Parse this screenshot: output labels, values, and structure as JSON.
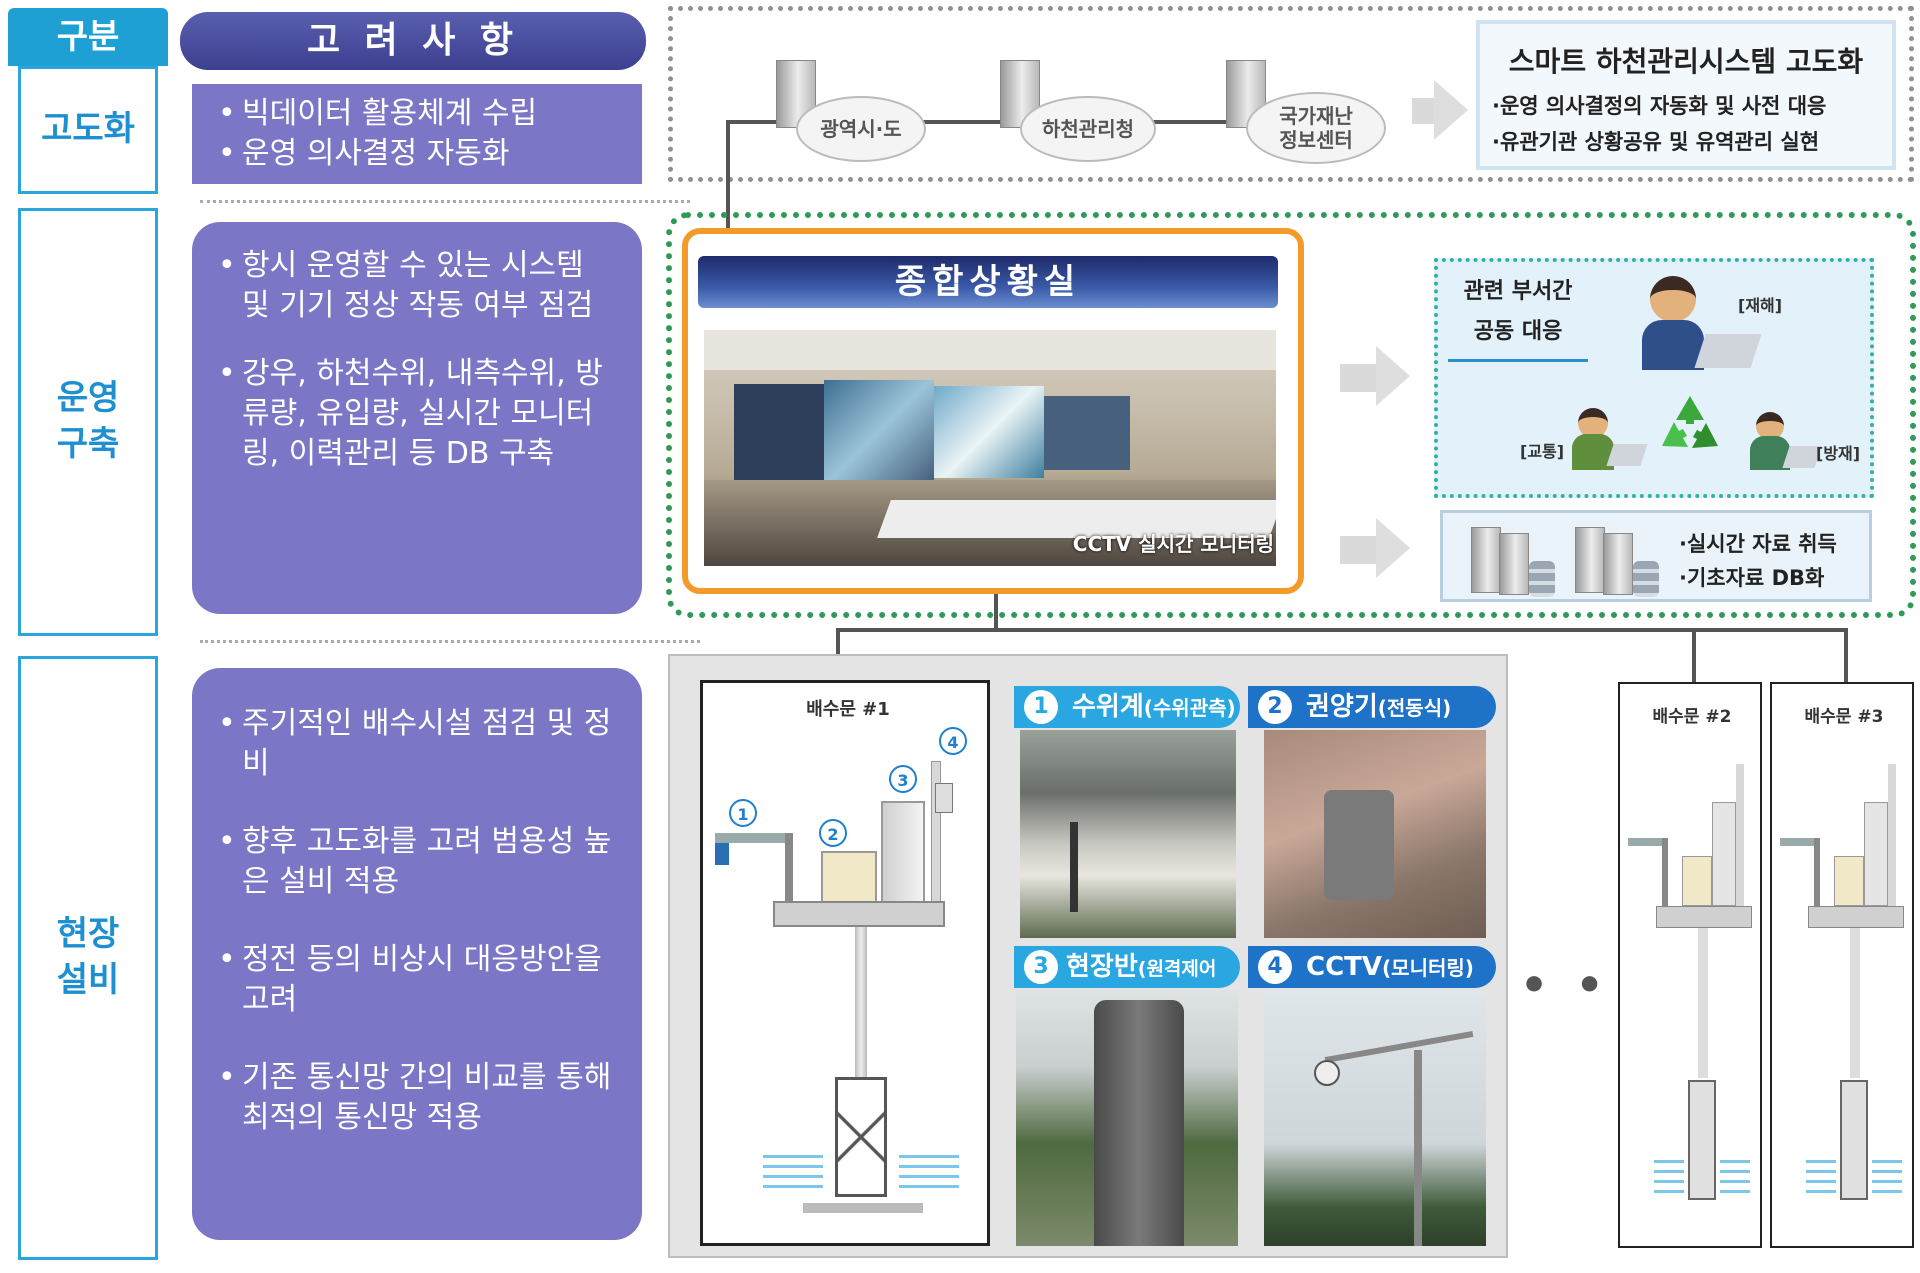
{
  "left": {
    "category_header": "구분",
    "considerations_header": "고 려 사 항",
    "rows": [
      {
        "category": "고도화",
        "items": [
          "빅데이터 활용체계 수립",
          "운영 의사결정  자동화"
        ]
      },
      {
        "category": "운영\n구축",
        "items": [
          "항시 운영할 수 있는 시스템 및 기기 정상 작동 여부 점검",
          "강우, 하천수위, 내측수위,  방류량, 유입량, 실시간 모니터링, 이력관리 등 DB 구축"
        ]
      },
      {
        "category": "현장\n설비",
        "items": [
          "주기적인 배수시설 점검 및 정비",
          "향후 고도화를 고려 범용성 높은 설비 적용",
          "정전 등의 비상시 대응방안을 고려",
          "기존 통신망 간의 비교를 통해 최적의  통신망 적용"
        ]
      }
    ]
  },
  "top": {
    "nodes": [
      "광역시·도",
      "하천관리청",
      "국가재난\n정보센터"
    ],
    "smart_title": "스마트 하천관리시스템 고도화",
    "smart_items": [
      "·운영 의사결정의 자동화 및 사전 대응",
      "·유관기관 상황공유 및 유역관리 실현"
    ]
  },
  "center": {
    "title": "종합상황실",
    "photo_caption": "CCTV 실시간 모니터링",
    "response_label": "관련 부서간\n공동 대응",
    "roles": [
      "[재해]",
      "[교통]",
      "[방재]"
    ],
    "db_items": [
      "·실시간 자료 취득",
      "·기초자료 DB화"
    ]
  },
  "bottom": {
    "pumps": [
      "배수문 #1",
      "배수문 #2",
      "배수문 #3"
    ],
    "equipment": [
      {
        "num": "1",
        "label": "수위계",
        "sub": "(수위관측)"
      },
      {
        "num": "2",
        "label": "권양기",
        "sub": "(전동식)"
      },
      {
        "num": "3",
        "label": "현장반",
        "sub": "(원격제어용)"
      },
      {
        "num": "4",
        "label": "CCTV",
        "sub": "(모니터링)"
      }
    ],
    "marker_numbers": [
      "1",
      "2",
      "3",
      "4"
    ],
    "ellipsis": "• • •"
  },
  "colors": {
    "accent": "#1fa0d4",
    "panel": "#7b76c6",
    "orange": "#f39a2b",
    "green": "#2e9a55"
  }
}
